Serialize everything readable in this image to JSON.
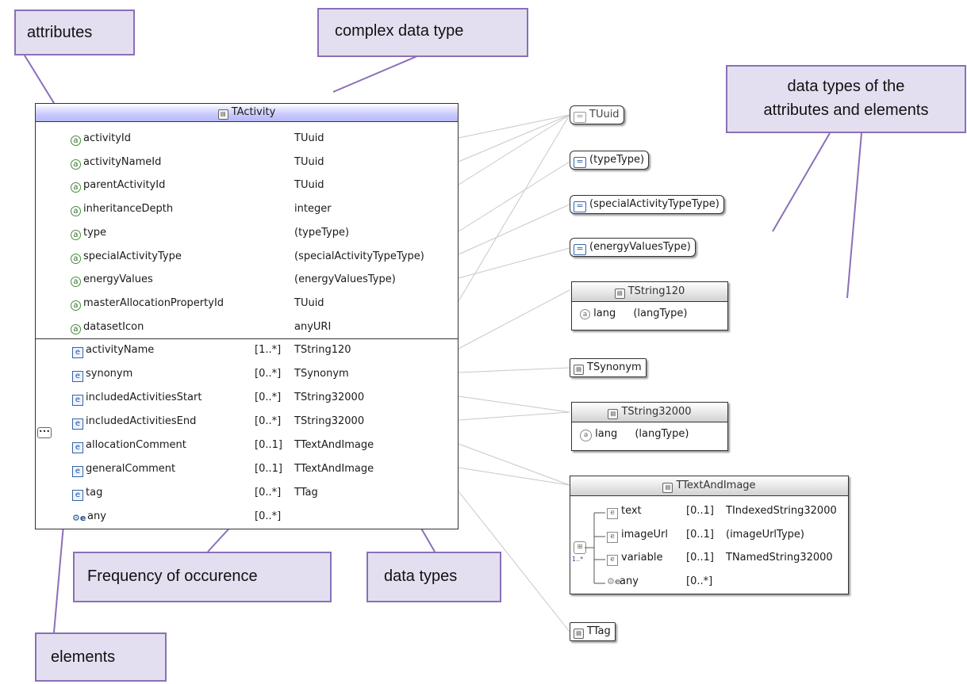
{
  "callouts": {
    "attributes": "attributes",
    "complex_data_type": "complex data type",
    "datatypes_line1": "data types of the",
    "datatypes_line2": "attributes and elements",
    "frequency": "Frequency of occurence",
    "data_types": "data types",
    "elements": "elements"
  },
  "main": {
    "title": "TActivity",
    "attributes": [
      {
        "name": "activityId",
        "type": "TUuid"
      },
      {
        "name": "activityNameId",
        "type": "TUuid"
      },
      {
        "name": "parentActivityId",
        "type": "TUuid"
      },
      {
        "name": "inheritanceDepth",
        "type": "integer"
      },
      {
        "name": "type",
        "type": "(typeType)"
      },
      {
        "name": "specialActivityType",
        "type": "(specialActivityTypeType)"
      },
      {
        "name": "energyValues",
        "type": "(energyValuesType)"
      },
      {
        "name": "masterAllocationPropertyId",
        "type": "TUuid"
      },
      {
        "name": "datasetIcon",
        "type": "anyURI"
      }
    ],
    "elements": [
      {
        "name": "activityName",
        "freq": "[1..*]",
        "type": "TString120"
      },
      {
        "name": "synonym",
        "freq": "[0..*]",
        "type": "TSynonym"
      },
      {
        "name": "includedActivitiesStart",
        "freq": "[0..*]",
        "type": "TString32000"
      },
      {
        "name": "includedActivitiesEnd",
        "freq": "[0..*]",
        "type": "TString32000"
      },
      {
        "name": "allocationComment",
        "freq": "[0..1]",
        "type": "TTextAndImage"
      },
      {
        "name": "generalComment",
        "freq": "[0..1]",
        "type": "TTextAndImage"
      },
      {
        "name": "tag",
        "freq": "[0..*]",
        "type": "TTag"
      },
      {
        "name": "any",
        "freq": "[0..*]",
        "type": ""
      }
    ]
  },
  "simple_types": {
    "tuuid": "TUuid",
    "typetype": "(typeType)",
    "special": "(specialActivityTypeType)",
    "energy": "(energyValuesType)"
  },
  "tstring120": {
    "title": "TString120",
    "attr_name": "lang",
    "attr_type": "(langType)"
  },
  "tsynonym": {
    "title": "TSynonym"
  },
  "tstring32000": {
    "title": "TString32000",
    "attr_name": "lang",
    "attr_type": "(langType)"
  },
  "ttextandimage": {
    "title": "TTextAndImage",
    "multiplicity": "1..*",
    "rows": [
      {
        "name": "text",
        "freq": "[0..1]",
        "type": "TIndexedString32000"
      },
      {
        "name": "imageUrl",
        "freq": "[0..1]",
        "type": "(imageUrlType)"
      },
      {
        "name": "variable",
        "freq": "[0..1]",
        "type": "TNamedString32000"
      },
      {
        "name": "any",
        "freq": "[0..*]",
        "type": ""
      }
    ]
  },
  "ttag": {
    "title": "TTag"
  }
}
